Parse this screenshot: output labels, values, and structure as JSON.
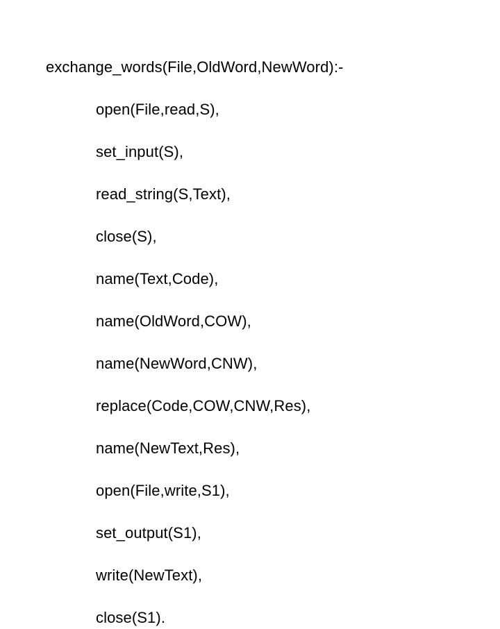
{
  "page": {
    "background_color": "#ffffff",
    "text_color": "#000000",
    "kind": "code-listing",
    "language": "Prolog"
  },
  "code": {
    "lines": [
      {
        "text": "exchange_words(File,OldWord,NewWord):-",
        "indent": 0
      },
      {
        "text": "open(File,read,S),",
        "indent": 1
      },
      {
        "text": "set_input(S),",
        "indent": 1
      },
      {
        "text": "read_string(S,Text),",
        "indent": 1
      },
      {
        "text": "close(S),",
        "indent": 1
      },
      {
        "text": "name(Text,Code),",
        "indent": 1
      },
      {
        "text": "name(OldWord,COW),",
        "indent": 1
      },
      {
        "text": "name(NewWord,CNW),",
        "indent": 1
      },
      {
        "text": "replace(Code,COW,CNW,Res),",
        "indent": 1
      },
      {
        "text": "name(NewText,Res),",
        "indent": 1
      },
      {
        "text": "open(File,write,S1),",
        "indent": 1
      },
      {
        "text": "set_output(S1),",
        "indent": 1
      },
      {
        "text": "write(NewText),",
        "indent": 1
      },
      {
        "text": "close(S1).",
        "indent": 1
      }
    ]
  }
}
